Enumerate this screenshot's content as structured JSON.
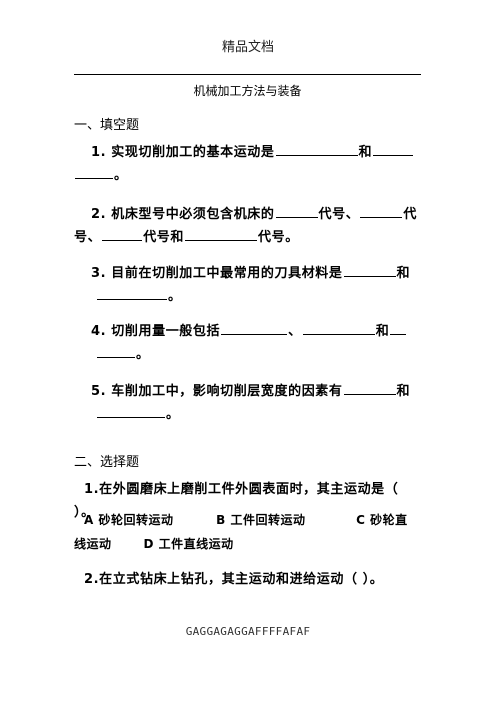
{
  "header": {
    "text": "精品文档"
  },
  "title": "机械加工方法与装备",
  "section1": {
    "heading": "一、填空题",
    "q1": {
      "a": "1. 实现切削加工的基本运动是",
      "b": "和",
      "c": "。"
    },
    "q2": {
      "a": "2. 机床型号中必须包含机床的",
      "b": "代号、",
      "c": "代",
      "d": "号、",
      "e": "代号和",
      "f": "代号。"
    },
    "q3": {
      "a": "3. 目前在切削加工中最常用的刀具材料是",
      "b": "和",
      "c": "。"
    },
    "q4": {
      "a": "4. 切削用量一般包括",
      "b": "、",
      "c": "和",
      "d": "。"
    },
    "q5": {
      "a": "5. 车削加工中，影响切削层宽度的因素有",
      "b": "和",
      "c": "。"
    }
  },
  "section2": {
    "heading": "二、选择题",
    "q1": {
      "stem": "1.在外圆磨床上磨削工件外圆表面时，其主运动是（ ）。",
      "optA": "A 砂轮回转运动",
      "optB": "B 工件回转运动",
      "optC": "C 砂轮直",
      "optC2": "线运动",
      "optD": "D 工件直线运动"
    },
    "q2": {
      "stem": "2.在立式钻床上钻孔，其主运动和进给运动（ ）。"
    }
  },
  "footer": {
    "text": "GAGGAGAGGAFFFFAFAF"
  }
}
